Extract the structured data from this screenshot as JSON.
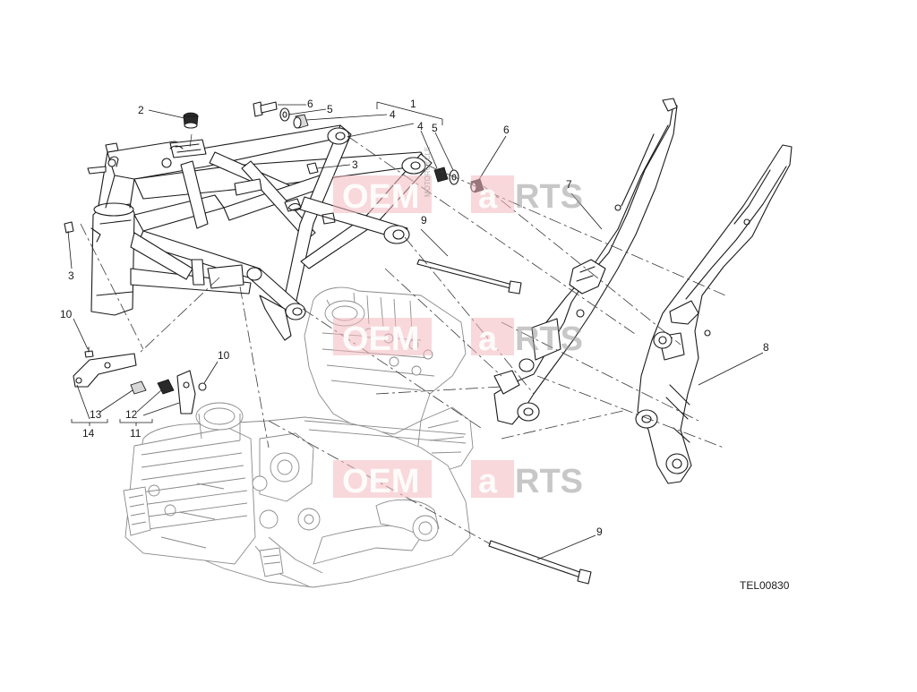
{
  "diagram": {
    "drawing_code": "TEL00830",
    "callouts": [
      "1",
      "2",
      "3",
      "3",
      "4",
      "4",
      "5",
      "5",
      "6",
      "6",
      "7",
      "8",
      "9",
      "9",
      "10",
      "10",
      "11",
      "12",
      "13",
      "14"
    ],
    "watermark": {
      "left": "OEM",
      "right": "RTS",
      "mid": "a",
      "small": "MOTORCYCLE"
    }
  }
}
